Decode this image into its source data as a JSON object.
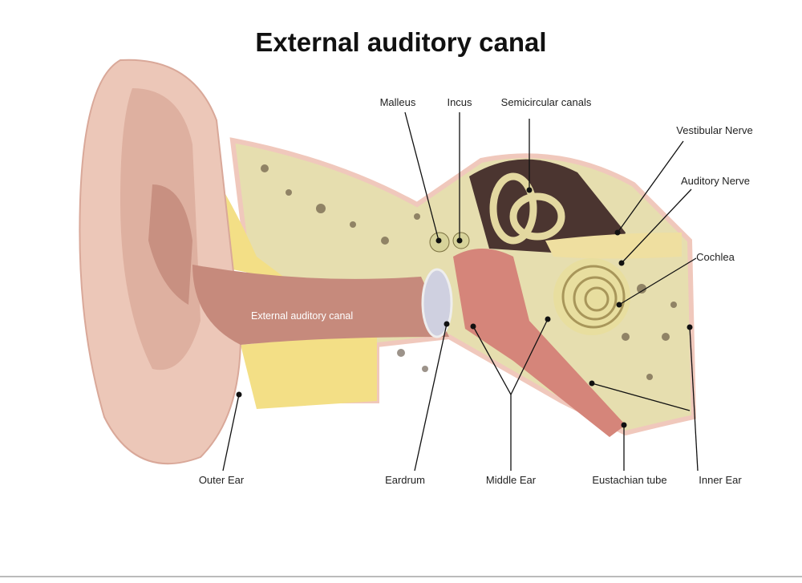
{
  "title": "External auditory canal",
  "labels": {
    "malleus": "Malleus",
    "incus": "Incus",
    "semicircular": "Semicircular canals",
    "vestibular": "Vestibular Nerve",
    "auditory": "Auditory Nerve",
    "cochlea": "Cochlea",
    "canal": "External auditory canal",
    "outer": "Outer Ear",
    "eardrum": "Eardrum",
    "middle": "Middle Ear",
    "eustachian": "Eustachian tube",
    "inner": "Inner Ear"
  },
  "colors": {
    "skin": "#e9bfae",
    "bone": "#e4deb0",
    "fat": "#f3e08a",
    "canal": "#c98d80"
  }
}
